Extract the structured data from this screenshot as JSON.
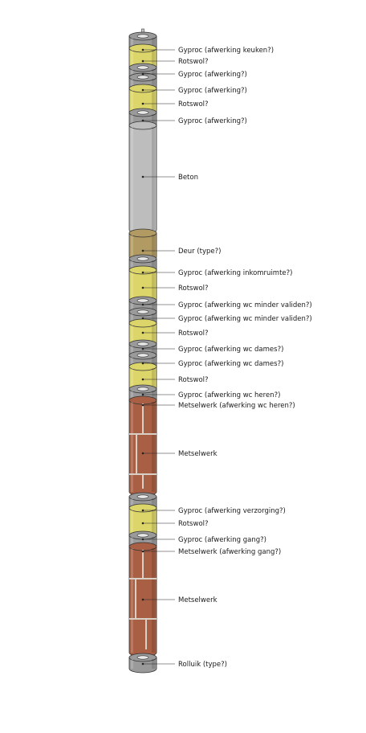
{
  "colors": {
    "gyproc": "#e6e08c",
    "rotswol": "#dcd56a",
    "beton": "#bdbdbd",
    "deur": "#b29b62",
    "metselwerk": "#a85f44",
    "ring": "#9a9a9a",
    "outline": "#333333"
  },
  "labels": [
    "Gyproc (afwerking keuken?)",
    "Rotswol?",
    "Gyproc (afwerking?)",
    "Gyproc (afwerking?)",
    "Rotswol?",
    "Gyproc (afwerking?)",
    "Beton",
    "Deur (type?)",
    "Gyproc (afwerking inkomruimte?)",
    "Rotswol?",
    "Gyproc (afwerking wc minder validen?)",
    "Gyproc (afwerking wc minder validen?)",
    "Rotswol?",
    "Gyproc (afwerking wc dames?)",
    "Gyproc (afwerking wc dames?)",
    "Rotswol?",
    "Gyproc (afwerking wc heren?)",
    "Metselwerk (afwerking wc  heren?)",
    "Metselwerk",
    "Gyproc (afwerking verzorging?)",
    "Rotswol?",
    "Gyproc (afwerking gang?)",
    "Metselwerk (afwerking gang?)",
    "Metselwerk",
    "Rolluik (type?)"
  ]
}
